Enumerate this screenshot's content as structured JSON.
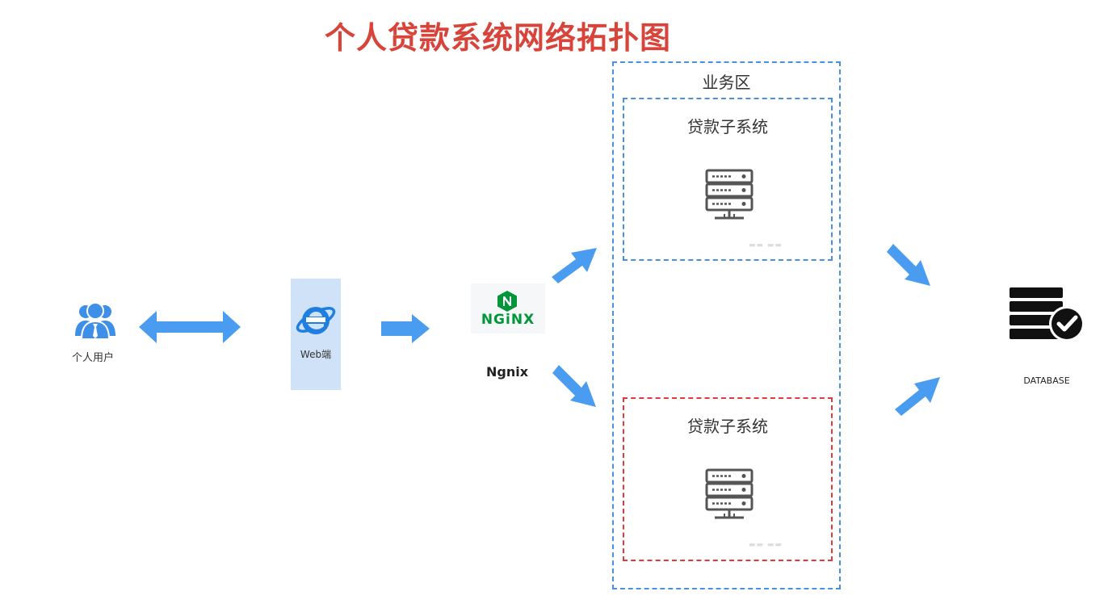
{
  "title": "个人贷款系统网络拓扑图",
  "colors": {
    "title": "#d9443a",
    "arrow": "#4a9cf0",
    "zone_border": "#4a90e2",
    "sub2_border": "#e0393e",
    "nginx": "#009639"
  },
  "nodes": {
    "user": {
      "label": "个人用户",
      "icon": "users-icon"
    },
    "web": {
      "label": "Web端",
      "icon": "browser-e-icon"
    },
    "nginx": {
      "logo_text": "NGiNX",
      "label": "Ngnix",
      "icon": "nginx-logo"
    },
    "database": {
      "label": "DATABASE",
      "icon": "database-check-icon"
    }
  },
  "zone": {
    "label": "业务区",
    "subsystems": [
      {
        "label": "贷款子系统",
        "icon": "server-icon"
      },
      {
        "label": "贷款子系统",
        "icon": "server-icon"
      }
    ]
  }
}
